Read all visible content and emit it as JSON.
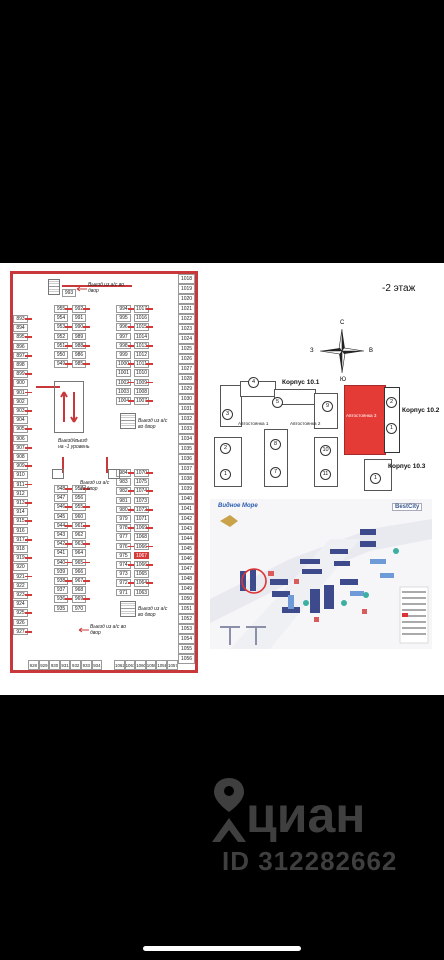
{
  "floor_label": "-2 этаж",
  "compass": {
    "n": "С",
    "s": "Ю",
    "w": "З",
    "e": "В"
  },
  "plan": {
    "exit_label_1": "Выезд из а/с во двор",
    "exit_label_2": "Выезд из а/с во двор",
    "exit_label_3": "Выезд из а/с во двор",
    "exit_label_4": "Выезд/въезд на -1 уровень",
    "selected_spot": "1067",
    "col_left": [
      "893",
      "894",
      "895",
      "896",
      "897",
      "898",
      "899",
      "900",
      "901",
      "902",
      "903",
      "904",
      "905",
      "906",
      "907",
      "908",
      "909",
      "910",
      "911",
      "912",
      "913",
      "914",
      "915",
      "916",
      "917",
      "918",
      "919",
      "920",
      "921",
      "922",
      "923",
      "924",
      "925",
      "926",
      "927"
    ],
    "col_a_top": [
      "955",
      "954",
      "953",
      "952",
      "951",
      "950",
      "949"
    ],
    "col_b_top": [
      "992",
      "991",
      "990",
      "989",
      "988",
      "986",
      "985"
    ],
    "col_a_bot": [
      "948",
      "947",
      "946",
      "945",
      "944",
      "943",
      "942",
      "941",
      "940",
      "939",
      "938",
      "937",
      "936",
      "935"
    ],
    "col_b_bot": [
      "957",
      "956",
      "955",
      "960",
      "961",
      "962",
      "963",
      "964",
      "965",
      "966",
      "967",
      "968",
      "969",
      "970"
    ],
    "col_c_top": [
      "994",
      "995",
      "996",
      "997",
      "998",
      "999",
      "1000",
      "1001",
      "1002",
      "1003",
      "1004"
    ],
    "col_d_top": [
      "1017",
      "1016",
      "1015",
      "1014",
      "1013",
      "1012",
      "1011",
      "1010",
      "1009",
      "1008",
      "1007"
    ],
    "col_c_bot": [
      "984",
      "983",
      "982",
      "981",
      "980",
      "979",
      "978",
      "977",
      "976",
      "975",
      "974",
      "973",
      "972",
      "971"
    ],
    "col_d_bot": [
      "1070",
      "1075",
      "1074",
      "1073",
      "1072",
      "1071",
      "1069",
      "1068",
      "1066",
      "1067",
      "1066",
      "1065",
      "1064",
      "1063"
    ],
    "col_right": [
      "1018",
      "1019",
      "1020",
      "1021",
      "1022",
      "1023",
      "1024",
      "1025",
      "1026",
      "1027",
      "1028",
      "1029",
      "1030",
      "1031",
      "1032",
      "1033",
      "1034",
      "1035",
      "1036",
      "1037",
      "1038",
      "1039",
      "1040",
      "1041",
      "1042",
      "1043",
      "1044",
      "1045",
      "1046",
      "1047",
      "1048",
      "1049",
      "1050",
      "1051",
      "1052",
      "1053",
      "1054",
      "1055",
      "1056"
    ],
    "top_spot": "993",
    "bottom_row_left": [
      "928",
      "929",
      "930",
      "931",
      "932",
      "933",
      "934"
    ],
    "bottom_row_right": [
      "1062",
      "1061",
      "1060",
      "1059",
      "1058",
      "1057"
    ]
  },
  "buildings": {
    "b101": "Корпус 10.1",
    "b102": "Корпус 10.2",
    "b103": "Корпус 10.3",
    "park1": "Автостоянка 1",
    "park2": "Автостоянка 2",
    "park3": "Автостоянка 3"
  },
  "citymap": {
    "brand": "BestCity",
    "logo": "Видное Море"
  },
  "watermark": {
    "logo": "циан",
    "id": "ID 312282662"
  },
  "colors": {
    "accent": "#d53a3a",
    "sheet": "#ffffff",
    "background": "#000000"
  }
}
